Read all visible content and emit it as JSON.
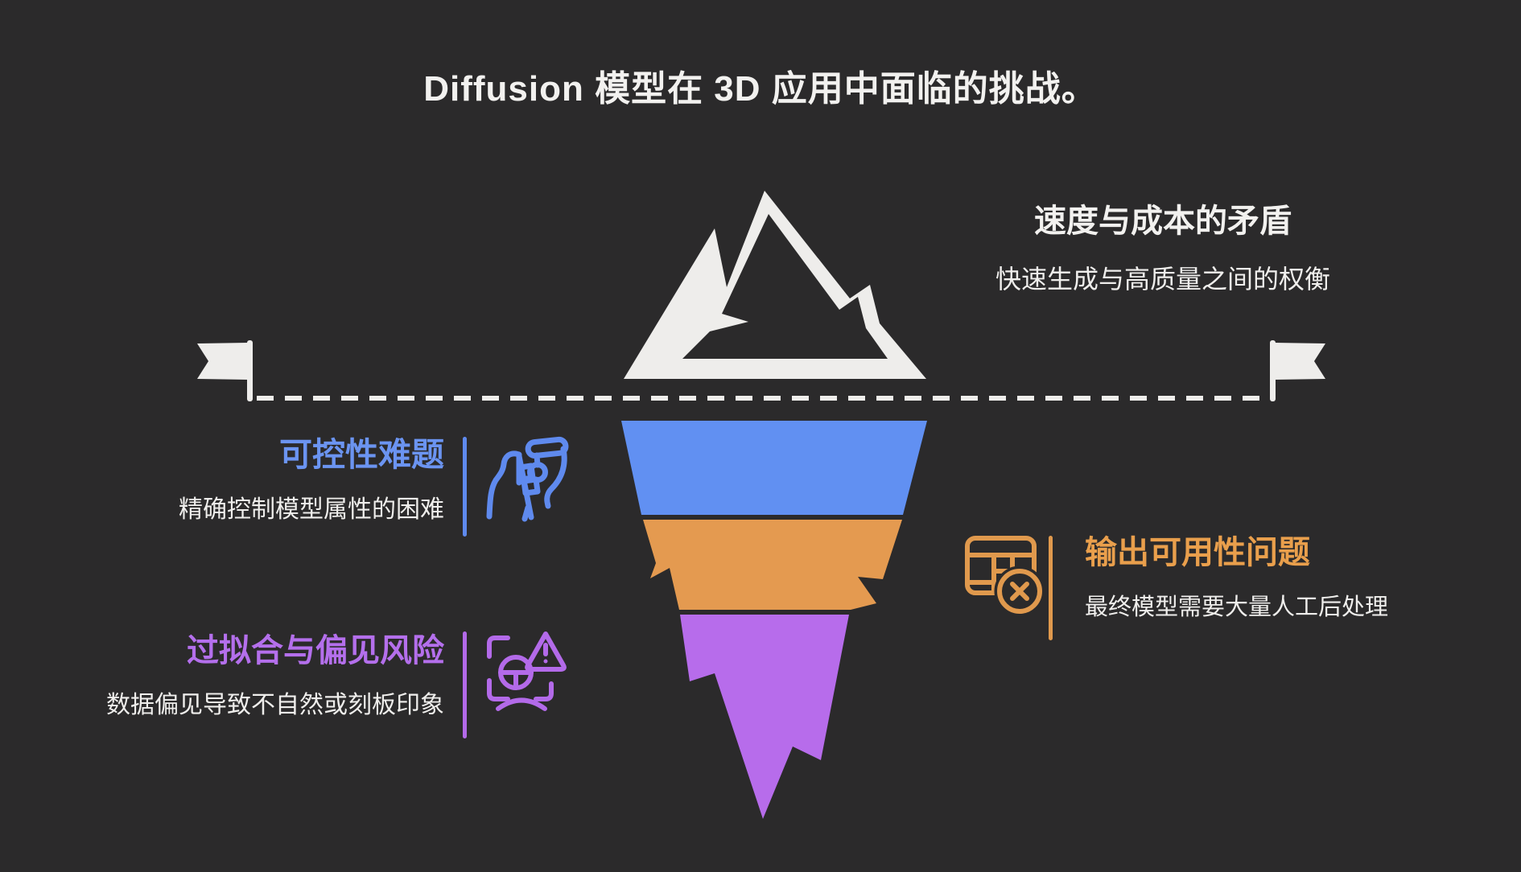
{
  "page": {
    "title": "Diffusion 模型在 3D 应用中面临的挑战。"
  },
  "colors": {
    "background": "#2b2a2b",
    "white": "#efeeec",
    "blue": "#6b94f1",
    "orange": "#e99f4c",
    "purple": "#b46fec",
    "icon_blue": "#5f8aee",
    "icon_orange": "#e0994d",
    "icon_purple": "#b36ae9"
  },
  "sections": {
    "speed_cost": {
      "title": "速度与成本的矛盾",
      "subtitle": "快速生成与高质量之间的权衡"
    },
    "controllability": {
      "title": "可控性难题",
      "subtitle": "精确控制模型属性的困难"
    },
    "overfitting_bias": {
      "title": "过拟合与偏见风险",
      "subtitle": "数据偏见导致不自然或刻板印象"
    },
    "output_usability": {
      "title": "输出可用性问题",
      "subtitle": "最终模型需要大量人工后处理"
    }
  },
  "iceberg": {
    "surface": {
      "id": "mountain",
      "color": "#eeedeb"
    },
    "layers": [
      {
        "id": "layer-blue",
        "color": "#6190f2"
      },
      {
        "id": "layer-orange",
        "color": "#e49a50"
      },
      {
        "id": "layer-purple",
        "color": "#b76ceb"
      }
    ]
  },
  "icons": {
    "left_flag": "flag-icon",
    "right_flag": "flag-icon",
    "mountain": "mountain-icon",
    "controllability": "hand-tool-icon",
    "overfitting_bias": "face-bias-warning-icon",
    "output_usability": "table-error-icon"
  }
}
